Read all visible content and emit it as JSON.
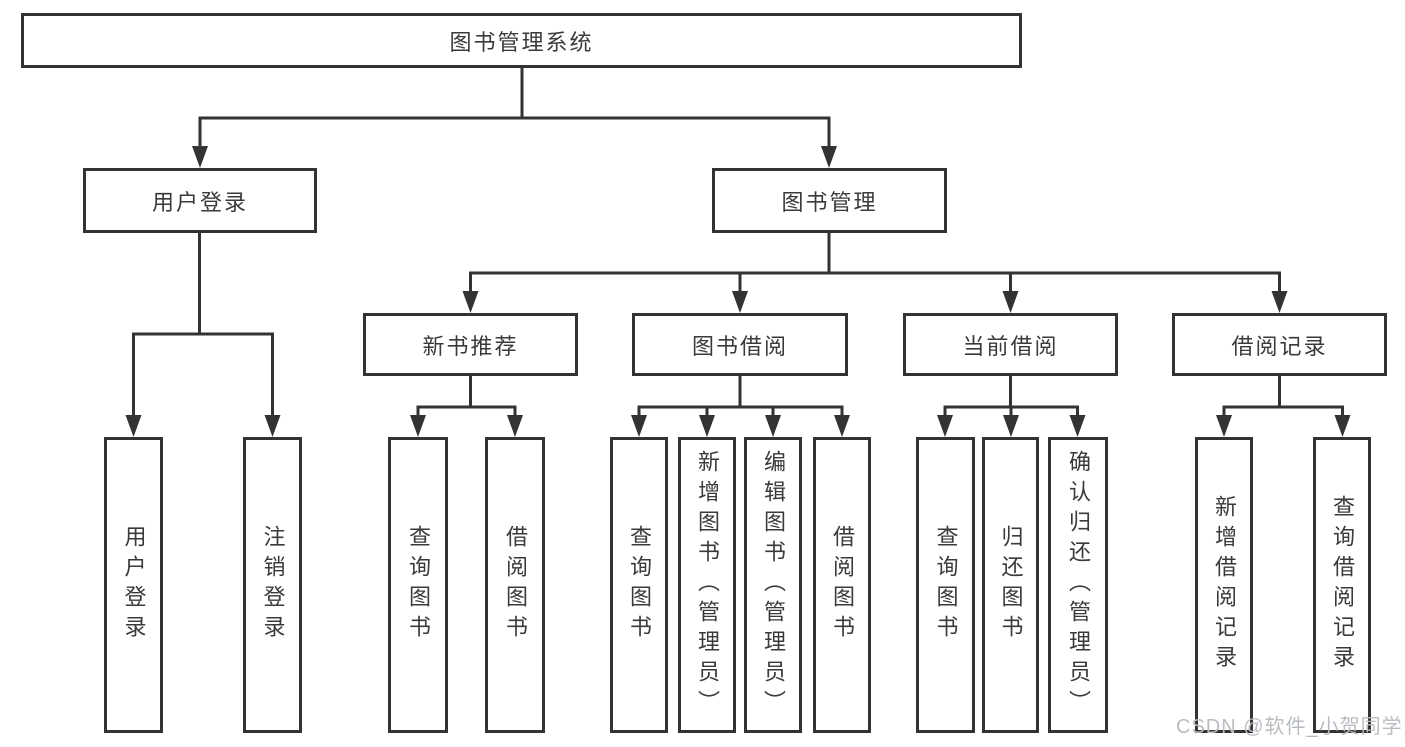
{
  "diagram": {
    "tree": {
      "label": "图书管理系统",
      "children": [
        {
          "label": "用户登录",
          "children": [
            {
              "label": "用户登录"
            },
            {
              "label": "注销登录"
            }
          ]
        },
        {
          "label": "图书管理",
          "children": [
            {
              "label": "新书推荐",
              "children": [
                {
                  "label": "查询图书"
                },
                {
                  "label": "借阅图书"
                }
              ]
            },
            {
              "label": "图书借阅",
              "children": [
                {
                  "label": "查询图书"
                },
                {
                  "label": "新增图书（管理员）"
                },
                {
                  "label": "编辑图书（管理员）"
                },
                {
                  "label": "借阅图书"
                }
              ]
            },
            {
              "label": "当前借阅",
              "children": [
                {
                  "label": "查询图书"
                },
                {
                  "label": "归还图书"
                },
                {
                  "label": "确认归还（管理员）"
                }
              ]
            },
            {
              "label": "借阅记录",
              "children": [
                {
                  "label": "新增借阅记录"
                },
                {
                  "label": "查询借阅记录"
                }
              ]
            }
          ]
        }
      ]
    }
  },
  "watermark": {
    "text": "CSDN @软件_小贺同学"
  },
  "colors": {
    "line": "#333333",
    "text": "#3a3a3a",
    "watermark": "#b9bdc2",
    "background": "#ffffff"
  }
}
